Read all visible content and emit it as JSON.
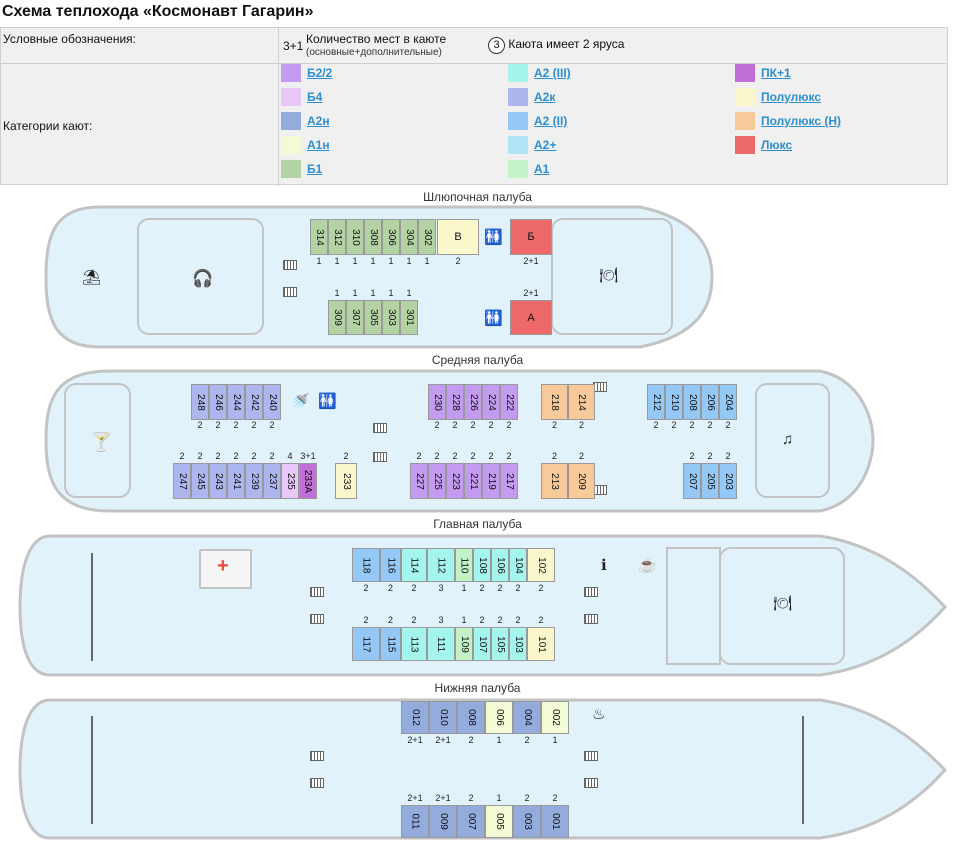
{
  "title": "Схема теплохода «Космонавт Гагарин»",
  "legend": {
    "header": "Условные обозначения:",
    "count_sample": "3+1",
    "count_text": "Количество мест в каюте",
    "count_sub": "(основные+дополнительные)",
    "tiers_num": "3",
    "tiers_text": "Каюта имеет 2 яруса",
    "categories_label": "Категории кают:",
    "categories": [
      {
        "name": "Б2/2",
        "color": "#c39bf0"
      },
      {
        "name": "Б4",
        "color": "#e8c8f8"
      },
      {
        "name": "А2н",
        "color": "#94acdd"
      },
      {
        "name": "А1н",
        "color": "#f2fbd6"
      },
      {
        "name": "Б1",
        "color": "#b3d3a4"
      },
      {
        "name": "А2 (III)",
        "color": "#a4f5ee"
      },
      {
        "name": "А2к",
        "color": "#aeb6f0"
      },
      {
        "name": "А2 (II)",
        "color": "#94c8f6"
      },
      {
        "name": "А2+",
        "color": "#b2e4f6"
      },
      {
        "name": "А1",
        "color": "#c2f2c6"
      },
      {
        "name": "ПК+1",
        "color": "#c070d6"
      },
      {
        "name": "Полулюкс",
        "color": "#fbf7cd"
      },
      {
        "name": "Полулюкс (Н)",
        "color": "#f8ca9a"
      },
      {
        "name": "Люкс",
        "color": "#ee6a6a"
      }
    ]
  },
  "decks": [
    {
      "name": "Шлюпочная палуба"
    },
    {
      "name": "Средняя палуба"
    },
    {
      "name": "Главная палуба"
    },
    {
      "name": "Нижняя палуба"
    }
  ],
  "cabins": [
    {
      "no": "314",
      "cat": "Б1",
      "count": "1"
    },
    {
      "no": "312",
      "cat": "Б1",
      "count": "1"
    },
    {
      "no": "310",
      "cat": "Б1",
      "count": "1"
    },
    {
      "no": "308",
      "cat": "Б1",
      "count": "1"
    },
    {
      "no": "306",
      "cat": "Б1",
      "count": "1"
    },
    {
      "no": "304",
      "cat": "Б1",
      "count": "1"
    },
    {
      "no": "302",
      "cat": "Б1",
      "count": "1"
    },
    {
      "no": "В",
      "cat": "Полулюкс",
      "count": "2"
    },
    {
      "no": "Б",
      "cat": "Люкс",
      "count": "2+1"
    },
    {
      "no": "309",
      "cat": "Б1",
      "count": "1"
    },
    {
      "no": "307",
      "cat": "Б1",
      "count": "1"
    },
    {
      "no": "305",
      "cat": "Б1",
      "count": "1"
    },
    {
      "no": "303",
      "cat": "Б1",
      "count": "1"
    },
    {
      "no": "301",
      "cat": "Б1",
      "count": "1"
    },
    {
      "no": "А",
      "cat": "Люкс",
      "count": "2+1"
    },
    {
      "no": "248",
      "cat": "А2к",
      "count": "2"
    },
    {
      "no": "246",
      "cat": "А2к",
      "count": "2"
    },
    {
      "no": "244",
      "cat": "А2к",
      "count": "2"
    },
    {
      "no": "242",
      "cat": "А2к",
      "count": "2"
    },
    {
      "no": "240",
      "cat": "А2к",
      "count": "2"
    },
    {
      "no": "230",
      "cat": "Б2/2",
      "count": "2"
    },
    {
      "no": "228",
      "cat": "Б2/2",
      "count": "2"
    },
    {
      "no": "226",
      "cat": "Б2/2",
      "count": "2"
    },
    {
      "no": "224",
      "cat": "Б2/2",
      "count": "2"
    },
    {
      "no": "222",
      "cat": "Б2/2",
      "count": "2"
    },
    {
      "no": "218",
      "cat": "Полулюкс (Н)",
      "count": "2"
    },
    {
      "no": "214",
      "cat": "Полулюкс (Н)",
      "count": "2"
    },
    {
      "no": "212",
      "cat": "А2 (II)",
      "count": "2"
    },
    {
      "no": "210",
      "cat": "А2 (II)",
      "count": "2"
    },
    {
      "no": "208",
      "cat": "А2 (II)",
      "count": "2"
    },
    {
      "no": "206",
      "cat": "А2 (II)",
      "count": "2"
    },
    {
      "no": "204",
      "cat": "А2 (II)",
      "count": "2"
    },
    {
      "no": "247",
      "cat": "А2к",
      "count": "2"
    },
    {
      "no": "245",
      "cat": "А2к",
      "count": "2"
    },
    {
      "no": "243",
      "cat": "А2к",
      "count": "2"
    },
    {
      "no": "241",
      "cat": "А2к",
      "count": "2"
    },
    {
      "no": "239",
      "cat": "А2к",
      "count": "2"
    },
    {
      "no": "237",
      "cat": "А2к",
      "count": "2"
    },
    {
      "no": "235",
      "cat": "Б4",
      "count": "4"
    },
    {
      "no": "233А",
      "cat": "ПК+1",
      "count": "3+1"
    },
    {
      "no": "233",
      "cat": "Полулюкс",
      "count": "2"
    },
    {
      "no": "227",
      "cat": "Б2/2",
      "count": "2"
    },
    {
      "no": "225",
      "cat": "Б2/2",
      "count": "2"
    },
    {
      "no": "223",
      "cat": "Б2/2",
      "count": "2"
    },
    {
      "no": "221",
      "cat": "Б2/2",
      "count": "2"
    },
    {
      "no": "219",
      "cat": "Б2/2",
      "count": "2"
    },
    {
      "no": "217",
      "cat": "Б2/2",
      "count": "2"
    },
    {
      "no": "213",
      "cat": "Полулюкс (Н)",
      "count": "2"
    },
    {
      "no": "209",
      "cat": "Полулюкс (Н)",
      "count": "2"
    },
    {
      "no": "207",
      "cat": "А2 (II)",
      "count": "2"
    },
    {
      "no": "205",
      "cat": "А2 (II)",
      "count": "2"
    },
    {
      "no": "203",
      "cat": "А2 (II)",
      "count": "2"
    },
    {
      "no": "118",
      "cat": "А2 (II)",
      "count": "2"
    },
    {
      "no": "116",
      "cat": "А2 (II)",
      "count": "2"
    },
    {
      "no": "114",
      "cat": "А2 (III)",
      "count": "2"
    },
    {
      "no": "112",
      "cat": "А2 (III)",
      "count": "3"
    },
    {
      "no": "110",
      "cat": "А1",
      "count": "1"
    },
    {
      "no": "108",
      "cat": "А2 (III)",
      "count": "2"
    },
    {
      "no": "106",
      "cat": "А2 (III)",
      "count": "2"
    },
    {
      "no": "104",
      "cat": "А2 (III)",
      "count": "2"
    },
    {
      "no": "102",
      "cat": "Полулюкс",
      "count": "2"
    },
    {
      "no": "117",
      "cat": "А2 (II)",
      "count": "2"
    },
    {
      "no": "115",
      "cat": "А2 (II)",
      "count": "2"
    },
    {
      "no": "113",
      "cat": "А2 (III)",
      "count": "2"
    },
    {
      "no": "111",
      "cat": "А2 (III)",
      "count": "3"
    },
    {
      "no": "109",
      "cat": "А1",
      "count": "1"
    },
    {
      "no": "107",
      "cat": "А2 (III)",
      "count": "2"
    },
    {
      "no": "105",
      "cat": "А2 (III)",
      "count": "2"
    },
    {
      "no": "103",
      "cat": "А2 (III)",
      "count": "2"
    },
    {
      "no": "101",
      "cat": "Полулюкс",
      "count": "2"
    },
    {
      "no": "012",
      "cat": "А2н",
      "count": "2+1"
    },
    {
      "no": "010",
      "cat": "А2н",
      "count": "2+1"
    },
    {
      "no": "008",
      "cat": "А2н",
      "count": "2"
    },
    {
      "no": "006",
      "cat": "А1н",
      "count": "1"
    },
    {
      "no": "004",
      "cat": "А2н",
      "count": "2"
    },
    {
      "no": "002",
      "cat": "А1н",
      "count": "1"
    },
    {
      "no": "011",
      "cat": "А2н",
      "count": "2+1"
    },
    {
      "no": "009",
      "cat": "А2н",
      "count": "2+1"
    },
    {
      "no": "007",
      "cat": "А2н",
      "count": "2"
    },
    {
      "no": "005",
      "cat": "А1н",
      "count": "1"
    },
    {
      "no": "003",
      "cat": "А2н",
      "count": "2"
    },
    {
      "no": "001",
      "cat": "А2н",
      "count": "2"
    }
  ],
  "icons": {
    "sun_deck": "beach-umbrella-icon",
    "music_room": "headphones-icon",
    "restaurant": "restaurant-icon",
    "wc": "toilet-icon",
    "bar": "cocktail-icon",
    "shower": "shower-icon",
    "music_salon": "music-notes-icon",
    "medical": "first-aid-icon",
    "info": "info-icon",
    "coffee": "coffee-icon",
    "ironing": "iron-icon"
  }
}
